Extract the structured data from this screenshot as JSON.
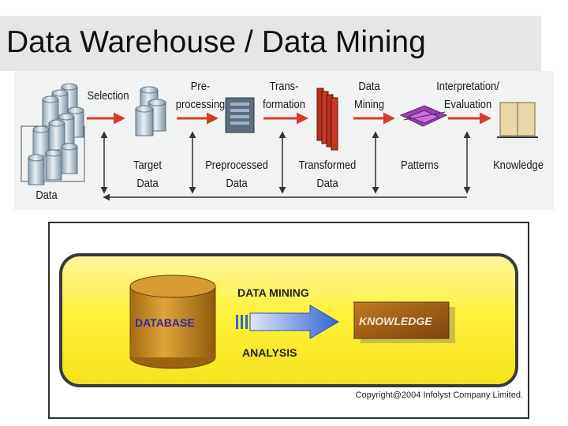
{
  "title": "Data Warehouse / Data Mining",
  "kdd": {
    "steps": [
      "Selection",
      "Pre-\nprocessing",
      "Trans-\nformation",
      "Data\nMining",
      "Interpretation/\nEvaluation"
    ],
    "stages": [
      "Data",
      "Target\nData",
      "Preprocessed\nData",
      "Transformed\nData",
      "Patterns",
      "Knowledge"
    ]
  },
  "mining": {
    "database_label": "DATABASE",
    "top_label": "DATA MINING",
    "bottom_label": "ANALYSIS",
    "knowledge_label": "KNOWLEDGE",
    "copyright": "Copyright@2004 Infolyst Company Limited."
  },
  "colors": {
    "arrow_red": "#d63c2c",
    "panel_yellow": "#fff23a",
    "cylinder_gold": "#c98b1f",
    "knowledge_brown": "#9c5a14",
    "arrow_blue": "#2f63d6"
  }
}
